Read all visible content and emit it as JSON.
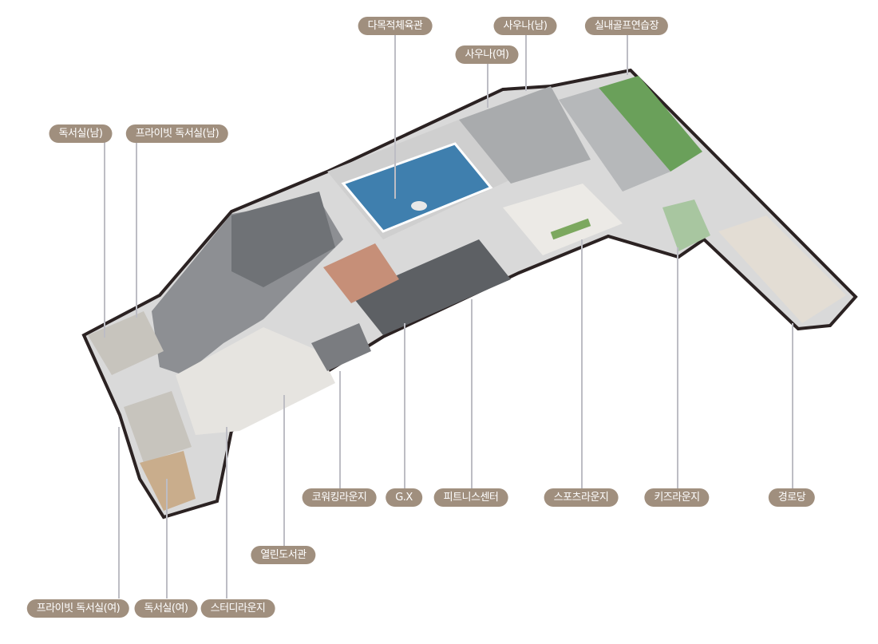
{
  "labels": {
    "multipurpose_gym": "다목적체육관",
    "sauna_men": "사우나(남)",
    "indoor_golf": "실내골프연습장",
    "sauna_women": "사우나(여)",
    "reading_room_men": "독서실(남)",
    "private_reading_room_men": "프라이빗 독서실(남)",
    "coworking_lounge": "코워킹라운지",
    "gx": "G.X",
    "fitness_center": "피트니스센터",
    "sports_lounge": "스포츠라운지",
    "kids_lounge": "키즈라운지",
    "senior_center": "경로당",
    "open_library": "열린도서관",
    "private_reading_room_women": "프라이빗 독서실(여)",
    "reading_room_women": "독서실(여)",
    "study_lounge": "스터디라운지"
  },
  "colors": {
    "label_bg": "#a08f7e",
    "pool": "#3f7fae",
    "golf": "#6aa05a"
  }
}
